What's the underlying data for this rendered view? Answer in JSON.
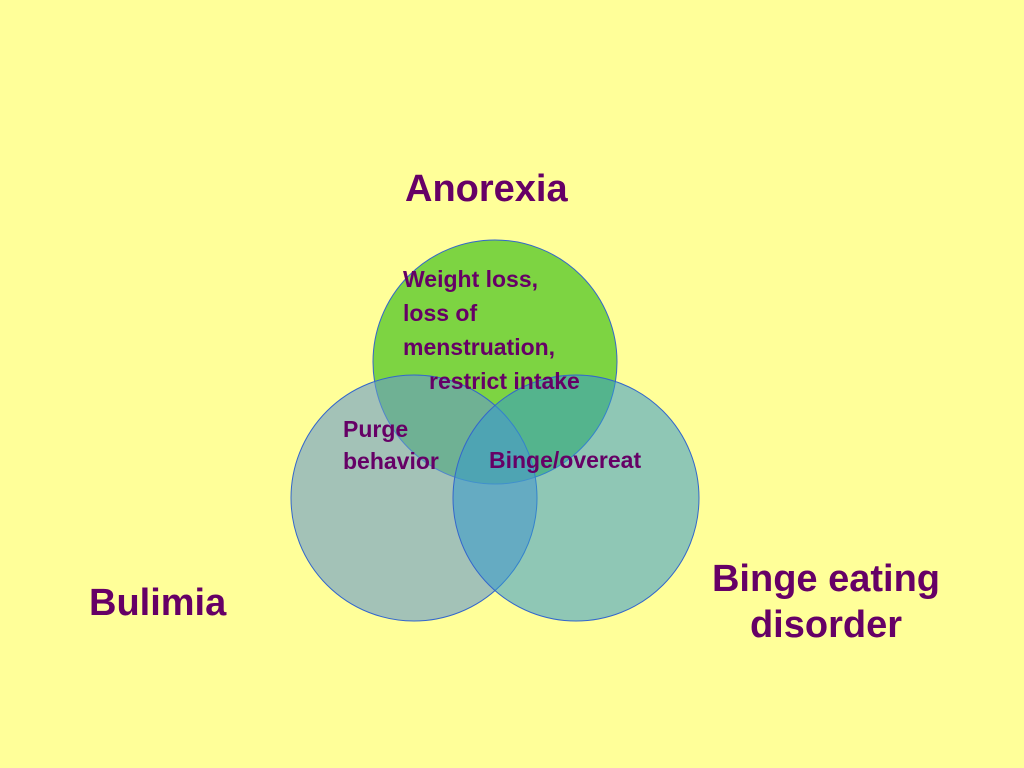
{
  "circles": {
    "anorexia": {
      "name": "Anorexia",
      "fill": "#66CC33"
    },
    "bulimia": {
      "name": "Bulimia",
      "fill": "#6699CC"
    },
    "binge_eating": {
      "name": "Binge eating disorder",
      "fill": "#3399CC"
    }
  },
  "labels": {
    "anorexia": "Anorexia",
    "bulimia": "Bulimia",
    "binge_line1": "Binge eating",
    "binge_line2": "disorder"
  },
  "annotations": {
    "anorexia_lines": [
      "Weight loss,",
      "loss of",
      "menstruation,",
      "restrict intake"
    ],
    "purge_lines": [
      "Purge",
      "behavior"
    ],
    "binge_overlap": "Binge/overeat"
  },
  "colors": {
    "background": "#FFFF99",
    "text": "#660066",
    "circle_stroke": "#3366CC"
  }
}
